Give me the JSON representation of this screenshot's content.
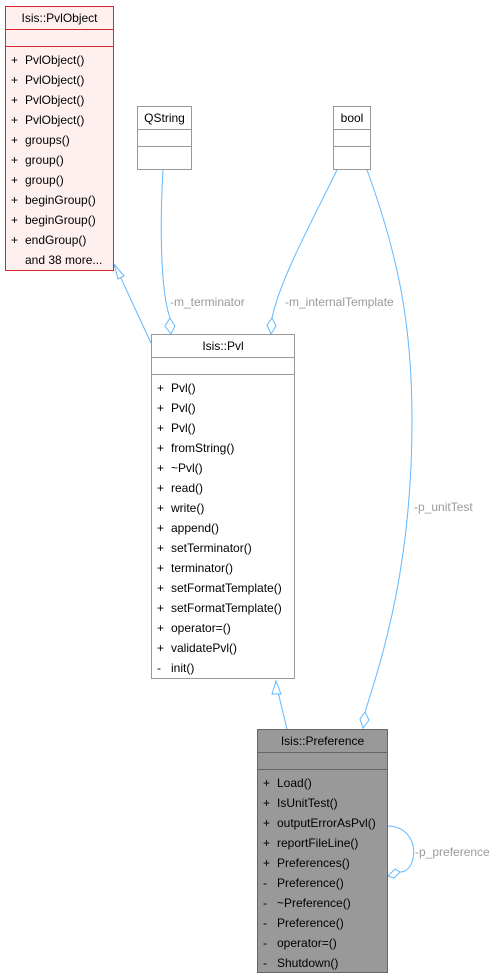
{
  "classes": {
    "pvlobject": {
      "title": "Isis::PvlObject",
      "ops": [
        {
          "vis": "+",
          "name": "PvlObject()"
        },
        {
          "vis": "+",
          "name": "PvlObject()"
        },
        {
          "vis": "+",
          "name": "PvlObject()"
        },
        {
          "vis": "+",
          "name": "PvlObject()"
        },
        {
          "vis": "+",
          "name": "groups()"
        },
        {
          "vis": "+",
          "name": "group()"
        },
        {
          "vis": "+",
          "name": "group()"
        },
        {
          "vis": "+",
          "name": "beginGroup()"
        },
        {
          "vis": "+",
          "name": "beginGroup()"
        },
        {
          "vis": "+",
          "name": "endGroup()"
        },
        {
          "vis": "",
          "name": "and 38 more..."
        }
      ]
    },
    "qstring": {
      "title": "QString"
    },
    "bool": {
      "title": "bool"
    },
    "pvl": {
      "title": "Isis::Pvl",
      "ops": [
        {
          "vis": "+",
          "name": "Pvl()"
        },
        {
          "vis": "+",
          "name": "Pvl()"
        },
        {
          "vis": "+",
          "name": "Pvl()"
        },
        {
          "vis": "+",
          "name": "fromString()"
        },
        {
          "vis": "+",
          "name": "~Pvl()"
        },
        {
          "vis": "+",
          "name": "read()"
        },
        {
          "vis": "+",
          "name": "write()"
        },
        {
          "vis": "+",
          "name": "append()"
        },
        {
          "vis": "+",
          "name": "setTerminator()"
        },
        {
          "vis": "+",
          "name": "terminator()"
        },
        {
          "vis": "+",
          "name": "setFormatTemplate()"
        },
        {
          "vis": "+",
          "name": "setFormatTemplate()"
        },
        {
          "vis": "+",
          "name": "operator=()"
        },
        {
          "vis": "+",
          "name": "validatePvl()"
        },
        {
          "vis": "-",
          "name": "init()"
        }
      ]
    },
    "preference": {
      "title": "Isis::Preference",
      "ops": [
        {
          "vis": "+",
          "name": "Load()"
        },
        {
          "vis": "+",
          "name": "IsUnitTest()"
        },
        {
          "vis": "+",
          "name": "outputErrorAsPvl()"
        },
        {
          "vis": "+",
          "name": "reportFileLine()"
        },
        {
          "vis": "+",
          "name": "Preferences()"
        },
        {
          "vis": "-",
          "name": "Preference()"
        },
        {
          "vis": "-",
          "name": "~Preference()"
        },
        {
          "vis": "-",
          "name": "Preference()"
        },
        {
          "vis": "-",
          "name": "operator=()"
        },
        {
          "vis": "-",
          "name": "Shutdown()"
        }
      ]
    }
  },
  "edge_labels": {
    "m_terminator": "-m_terminator",
    "m_internalTemplate": "-m_internalTemplate",
    "p_unitTest": "-p_unitTest",
    "p_preference": "-p_preference"
  },
  "colors": {
    "edge": "#63b8ff",
    "pvlobject_border": "#d9262c",
    "pvlobject_fill": "#fff0f0",
    "preference_fill": "#999999",
    "edge_label": "#9a9a9a"
  }
}
